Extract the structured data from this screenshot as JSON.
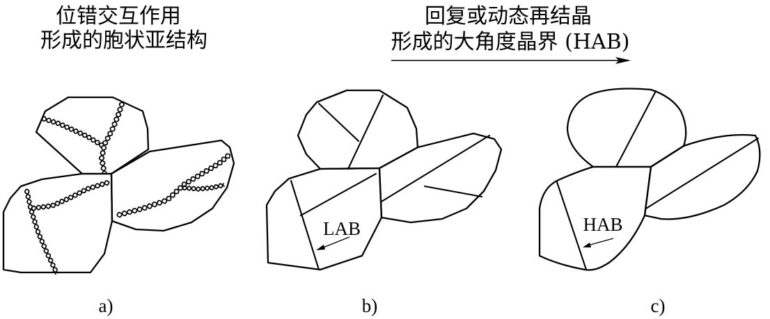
{
  "left_caption": {
    "line1": "位错交互作用",
    "line2": "形成的胞状亚结构"
  },
  "process_caption": {
    "line1": "回复或动态再结晶",
    "line2": "形成的大角度晶界 (HAB)"
  },
  "panels": [
    {
      "label": "a)"
    },
    {
      "label": "b)",
      "boundary_label": "LAB"
    },
    {
      "label": "c)",
      "boundary_label": "HAB"
    }
  ],
  "colors": {
    "line": "#000000",
    "background": "#ffffff"
  }
}
